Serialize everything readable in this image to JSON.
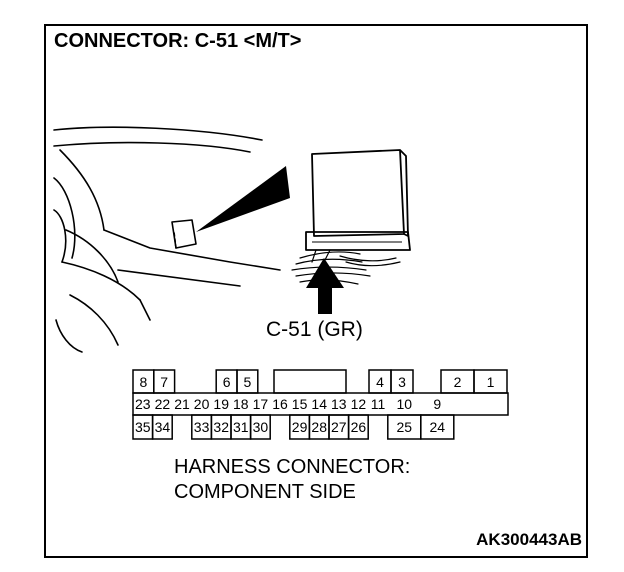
{
  "title": "CONNECTOR: C-51 <M/T>",
  "connector_label": "C-51 (GR)",
  "harness_line1": "HARNESS CONNECTOR:",
  "harness_line2": "COMPONENT SIDE",
  "figure_code": "AK300443AB",
  "pins": {
    "top_row": [
      {
        "label": "8",
        "cell": 0
      },
      {
        "label": "7",
        "cell": 1
      },
      {
        "label": "6",
        "cell": 4
      },
      {
        "label": "5",
        "cell": 5
      },
      {
        "label": "4",
        "cell": 13
      },
      {
        "label": "3",
        "cell": 14
      },
      {
        "label": "2",
        "cell": 16
      },
      {
        "label": "1",
        "cell": 17
      }
    ],
    "middle_row": [
      "23",
      "22",
      "21",
      "20",
      "19",
      "18",
      "17",
      "16",
      "15",
      "14",
      "13",
      "12",
      "11",
      "10",
      "9"
    ],
    "bottom_row": [
      {
        "label": "35",
        "cell": 0
      },
      {
        "label": "34",
        "cell": 1
      },
      {
        "label": "33",
        "cell": 3
      },
      {
        "label": "32",
        "cell": 4
      },
      {
        "label": "31",
        "cell": 5
      },
      {
        "label": "30",
        "cell": 6
      },
      {
        "label": "29",
        "cell": 8
      },
      {
        "label": "28",
        "cell": 9
      },
      {
        "label": "27",
        "cell": 10
      },
      {
        "label": "26",
        "cell": 11
      },
      {
        "label": "25",
        "cell": 13
      },
      {
        "label": "24",
        "cell": 14
      }
    ]
  }
}
